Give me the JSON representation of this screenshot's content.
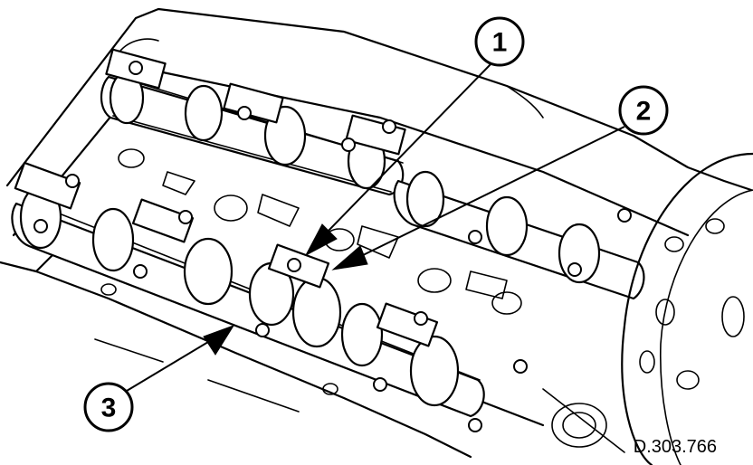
{
  "figure": {
    "reference": "D.303.766"
  },
  "callouts": [
    {
      "id": "1",
      "label": "1"
    },
    {
      "id": "2",
      "label": "2"
    },
    {
      "id": "3",
      "label": "3"
    }
  ],
  "colors": {
    "ink": "#000000",
    "paper": "#ffffff"
  }
}
